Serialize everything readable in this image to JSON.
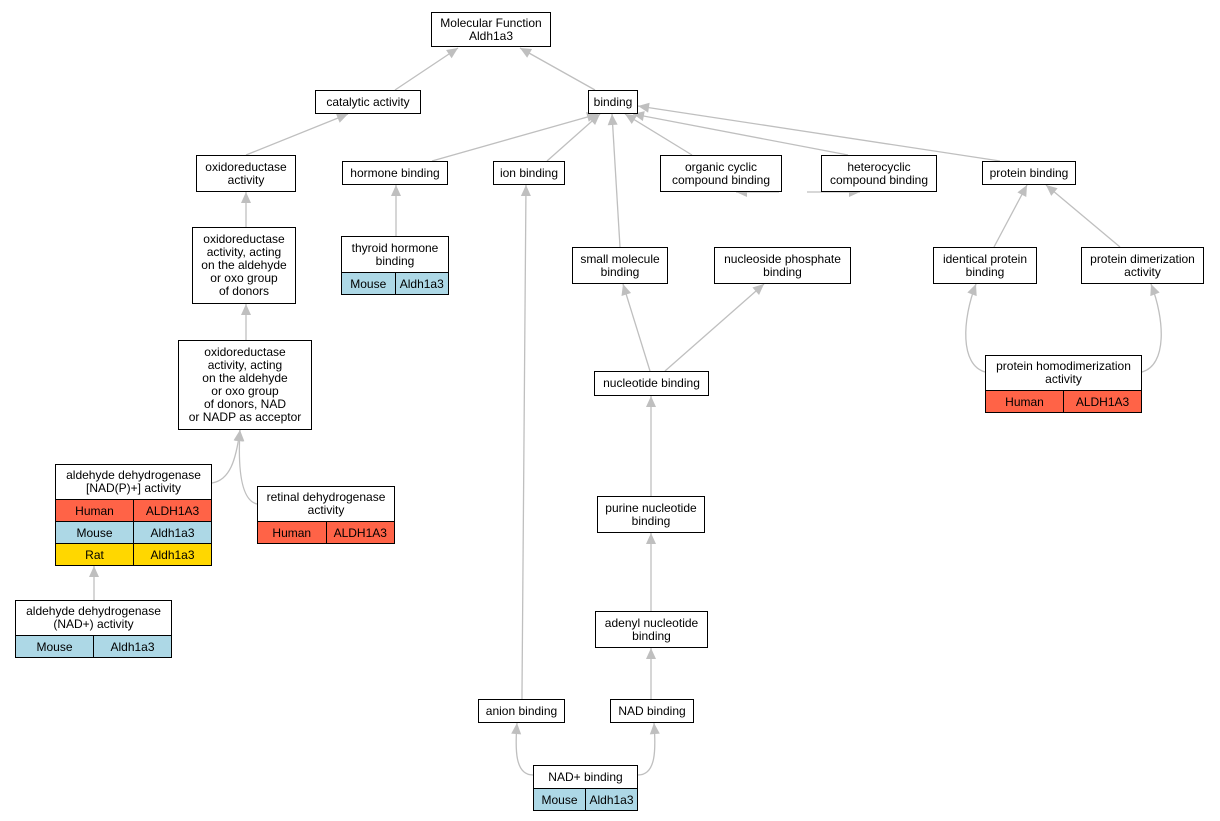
{
  "colors": {
    "edge": "#bfbfbf",
    "node_border": "#000000",
    "Human": "#ff6347",
    "Mouse": "#add8e6",
    "Rat": "#ffd700"
  },
  "nodes": [
    {
      "id": "mf",
      "label": "Molecular Function\nAldh1a3",
      "annotations": []
    },
    {
      "id": "catalytic",
      "label": "catalytic activity",
      "annotations": []
    },
    {
      "id": "binding",
      "label": "binding",
      "annotations": []
    },
    {
      "id": "oxred",
      "label": "oxidoreductase\nactivity",
      "annotations": []
    },
    {
      "id": "hormone",
      "label": "hormone binding",
      "annotations": []
    },
    {
      "id": "ion",
      "label": "ion binding",
      "annotations": []
    },
    {
      "id": "organic",
      "label": "organic cyclic\ncompound binding",
      "annotations": []
    },
    {
      "id": "heterocyclic",
      "label": "heterocyclic\ncompound binding",
      "annotations": []
    },
    {
      "id": "protein",
      "label": "protein binding",
      "annotations": []
    },
    {
      "id": "oxald",
      "label": "oxidoreductase\nactivity, acting\non the aldehyde\nor oxo group\nof donors",
      "annotations": []
    },
    {
      "id": "thyroid",
      "label": "thyroid hormone\nbinding",
      "annotations": [
        {
          "species": "Mouse",
          "gene": "Aldh1a3"
        }
      ]
    },
    {
      "id": "smallmol",
      "label": "small molecule\nbinding",
      "annotations": []
    },
    {
      "id": "nucphos",
      "label": "nucleoside phosphate\nbinding",
      "annotations": []
    },
    {
      "id": "identical",
      "label": "identical protein\nbinding",
      "annotations": []
    },
    {
      "id": "dimer",
      "label": "protein dimerization\nactivity",
      "annotations": []
    },
    {
      "id": "oxnad",
      "label": "oxidoreductase\nactivity, acting\non the aldehyde\nor oxo group\nof donors, NAD\nor NADP as acceptor",
      "annotations": []
    },
    {
      "id": "nucleotide",
      "label": "nucleotide binding",
      "annotations": []
    },
    {
      "id": "homodimer",
      "label": "protein homodimerization\nactivity",
      "annotations": [
        {
          "species": "Human",
          "gene": "ALDH1A3"
        }
      ]
    },
    {
      "id": "aldnadp",
      "label": "aldehyde dehydrogenase\n[NAD(P)+] activity",
      "annotations": [
        {
          "species": "Human",
          "gene": "ALDH1A3"
        },
        {
          "species": "Mouse",
          "gene": "Aldh1a3"
        },
        {
          "species": "Rat",
          "gene": "Aldh1a3"
        }
      ]
    },
    {
      "id": "retinal",
      "label": "retinal dehydrogenase\nactivity",
      "annotations": [
        {
          "species": "Human",
          "gene": "ALDH1A3"
        }
      ]
    },
    {
      "id": "purine",
      "label": "purine nucleotide\nbinding",
      "annotations": []
    },
    {
      "id": "aldnad",
      "label": "aldehyde dehydrogenase\n(NAD+) activity",
      "annotations": [
        {
          "species": "Mouse",
          "gene": "Aldh1a3"
        }
      ]
    },
    {
      "id": "adenyl",
      "label": "adenyl nucleotide\nbinding",
      "annotations": []
    },
    {
      "id": "anion",
      "label": "anion binding",
      "annotations": []
    },
    {
      "id": "nadbind",
      "label": "NAD binding",
      "annotations": []
    },
    {
      "id": "nadplus",
      "label": "NAD+ binding",
      "annotations": [
        {
          "species": "Mouse",
          "gene": "Aldh1a3"
        }
      ]
    }
  ],
  "edges": [
    [
      "catalytic",
      "mf"
    ],
    [
      "binding",
      "mf"
    ],
    [
      "oxred",
      "catalytic"
    ],
    [
      "hormone",
      "binding"
    ],
    [
      "ion",
      "binding"
    ],
    [
      "smallmol",
      "binding"
    ],
    [
      "organic",
      "binding"
    ],
    [
      "heterocyclic",
      "binding"
    ],
    [
      "protein",
      "binding"
    ],
    [
      "oxald",
      "oxred"
    ],
    [
      "thyroid",
      "hormone"
    ],
    [
      "nucphos",
      "organic"
    ],
    [
      "nucphos",
      "heterocyclic"
    ],
    [
      "identical",
      "protein"
    ],
    [
      "dimer",
      "protein"
    ],
    [
      "oxnad",
      "oxald"
    ],
    [
      "nucleotide",
      "smallmol"
    ],
    [
      "nucleotide",
      "nucphos"
    ],
    [
      "homodimer",
      "identical"
    ],
    [
      "homodimer",
      "dimer"
    ],
    [
      "aldnadp",
      "oxnad"
    ],
    [
      "retinal",
      "oxnad"
    ],
    [
      "purine",
      "nucleotide"
    ],
    [
      "aldnad",
      "aldnadp"
    ],
    [
      "adenyl",
      "purine"
    ],
    [
      "nadbind",
      "adenyl"
    ],
    [
      "anion",
      "ion"
    ],
    [
      "nadplus",
      "anion"
    ],
    [
      "nadplus",
      "nadbind"
    ]
  ]
}
